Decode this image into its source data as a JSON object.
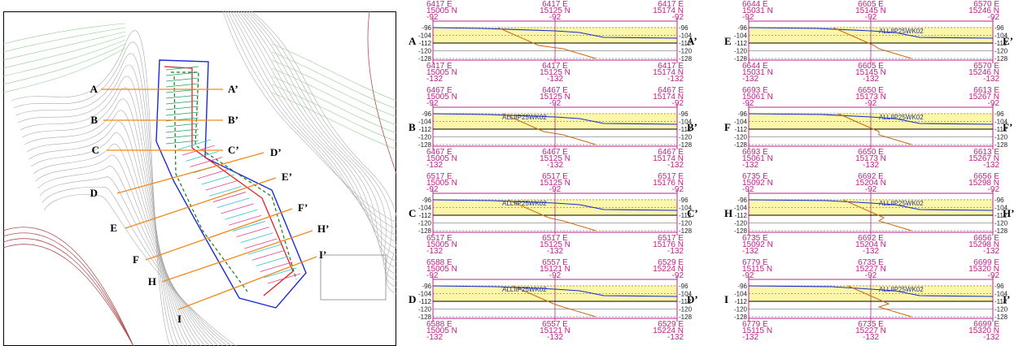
{
  "map": {
    "section_lines": [
      {
        "left": "A",
        "right": "A’"
      },
      {
        "left": "B",
        "right": "B’"
      },
      {
        "left": "C",
        "right": "C’"
      },
      {
        "left": "D",
        "right": "D’"
      },
      {
        "left": "E",
        "right": "E’"
      },
      {
        "left": "F",
        "right": "F’"
      },
      {
        "left": "H",
        "right": "H’"
      },
      {
        "left": "I",
        "right": "I’"
      }
    ]
  },
  "sections": [
    {
      "left": "A",
      "right": "A’",
      "label": "",
      "top": {
        "l": [
          "6417 E",
          "15005 N",
          "-92"
        ],
        "m": [
          "6417 E",
          "15125 N",
          "-92"
        ],
        "r": [
          "6417 E",
          "15174 N",
          "-92"
        ]
      },
      "bottom": {
        "l": [
          "6417 E",
          "15005 N",
          "-132"
        ],
        "m": [
          "6417 E",
          "15125 N",
          "-132"
        ],
        "r": [
          "6417 E",
          "15174 N",
          "-132"
        ]
      },
      "y_ticks": [
        "-96",
        "-104",
        "-112",
        "-120",
        "-128"
      ]
    },
    {
      "left": "B",
      "right": "B’",
      "label": "ALLIIP25WK02",
      "top": {
        "l": [
          "6467 E",
          "15005 N",
          "-92"
        ],
        "m": [
          "6467 E",
          "15125 N",
          "-92"
        ],
        "r": [
          "6467 E",
          "15174 N",
          "-92"
        ]
      },
      "bottom": {
        "l": [
          "6467 E",
          "15005 N",
          "-132"
        ],
        "m": [
          "6467 E",
          "15125 N",
          "-132"
        ],
        "r": [
          "6467 E",
          "15174 N",
          "-132"
        ]
      },
      "y_ticks": [
        "-96",
        "-104",
        "-112",
        "-120",
        "-128"
      ]
    },
    {
      "left": "C",
      "right": "C’",
      "label": "ALLIIP25WK02",
      "top": {
        "l": [
          "6517 E",
          "15005 N",
          "-92"
        ],
        "m": [
          "6517 E",
          "15125 N",
          "-92"
        ],
        "r": [
          "6517 E",
          "15176 N",
          "-92"
        ]
      },
      "bottom": {
        "l": [
          "6517 E",
          "15005 N",
          "-132"
        ],
        "m": [
          "6517 E",
          "15125 N",
          "-132"
        ],
        "r": [
          "6517 E",
          "15176 N",
          "-132"
        ]
      },
      "y_ticks": [
        "-96",
        "-104",
        "-112",
        "-120",
        "-128"
      ]
    },
    {
      "left": "D",
      "right": "D’",
      "label": "ALLIIP25WK02",
      "top": {
        "l": [
          "6588 E",
          "15005 N",
          "-92"
        ],
        "m": [
          "6557 E",
          "15121 N",
          "-92"
        ],
        "r": [
          "6529 E",
          "15224 N",
          "-92"
        ]
      },
      "bottom": {
        "l": [
          "6588 E",
          "15005 N",
          "-132"
        ],
        "m": [
          "6557 E",
          "15121 N",
          "-132"
        ],
        "r": [
          "6529 E",
          "15224 N",
          "-132"
        ]
      },
      "y_ticks": [
        "-96",
        "-104",
        "-112",
        "-120",
        "-128"
      ]
    },
    {
      "left": "E",
      "right": "E’",
      "label": "ALLIIP25WK02",
      "top": {
        "l": [
          "6644 E",
          "15031 N",
          "-92"
        ],
        "m": [
          "6605 E",
          "15145 N",
          "-92"
        ],
        "r": [
          "6570 E",
          "15246 N",
          "-92"
        ]
      },
      "bottom": {
        "l": [
          "6644 E",
          "15031 N",
          "-132"
        ],
        "m": [
          "6605 E",
          "15145 N",
          "-132"
        ],
        "r": [
          "6570 E",
          "15246 N",
          "-132"
        ]
      },
      "y_ticks": [
        "-96",
        "-104",
        "-112",
        "-120",
        "-128"
      ]
    },
    {
      "left": "F",
      "right": "F’",
      "label": "ALLIIP25WK02",
      "top": {
        "l": [
          "6693 E",
          "15061 N",
          "-92"
        ],
        "m": [
          "6650 E",
          "15173 N",
          "-92"
        ],
        "r": [
          "6613 E",
          "15267 N",
          "-92"
        ]
      },
      "bottom": {
        "l": [
          "6693 E",
          "15061 N",
          "-132"
        ],
        "m": [
          "6650 E",
          "15173 N",
          "-132"
        ],
        "r": [
          "6613 E",
          "15267 N",
          "-132"
        ]
      },
      "y_ticks": [
        "-96",
        "-104",
        "-112",
        "-120",
        "-128"
      ]
    },
    {
      "left": "H",
      "right": "H’",
      "label": "ALLIIP25WK02",
      "top": {
        "l": [
          "6735 E",
          "15092 N",
          "-92"
        ],
        "m": [
          "6692 E",
          "15204 N",
          "-92"
        ],
        "r": [
          "6656 E",
          "15298 N",
          "-92"
        ]
      },
      "bottom": {
        "l": [
          "6735 E",
          "15092 N",
          "-132"
        ],
        "m": [
          "6692 E",
          "15204 N",
          "-132"
        ],
        "r": [
          "6656 E",
          "15298 N",
          "-132"
        ]
      },
      "y_ticks": [
        "-96",
        "-104",
        "-112",
        "-120",
        "-128"
      ]
    },
    {
      "left": "I",
      "right": "I’",
      "label": "ALLIIP25WK02",
      "top": {
        "l": [
          "6779 E",
          "15115 N",
          "-92"
        ],
        "m": [
          "6735 E",
          "15227 N",
          "-92"
        ],
        "r": [
          "6699 E",
          "15320 N",
          "-92"
        ]
      },
      "bottom": {
        "l": [
          "6779 E",
          "15115 N",
          "-132"
        ],
        "m": [
          "6735 E",
          "15227 N",
          "-132"
        ],
        "r": [
          "6699 E",
          "15320 N",
          "-132"
        ]
      },
      "y_ticks": [
        "-96",
        "-104",
        "-112",
        "-120",
        "-128"
      ]
    }
  ]
}
